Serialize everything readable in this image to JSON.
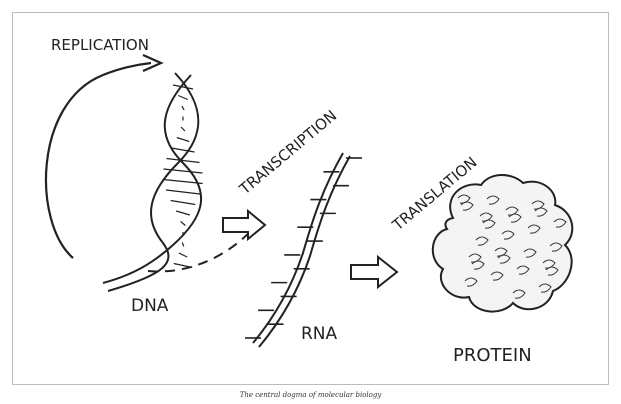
{
  "diagram": {
    "labels": {
      "replication": "REPLICATION",
      "transcription": "TRANSCRIPTION",
      "translation": "TRANSLATION",
      "dna": "DNA",
      "rna": "RNA",
      "protein": "PROTEIN"
    },
    "caption": "The central dogma of molecular biology"
  }
}
